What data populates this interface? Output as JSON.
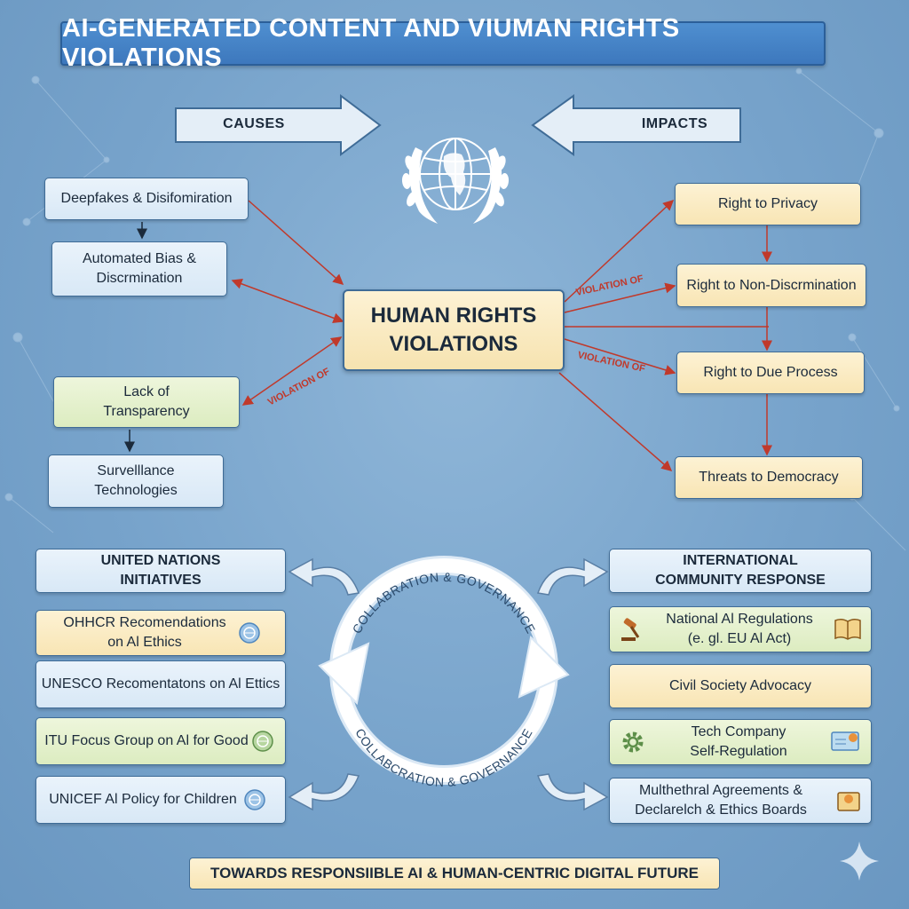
{
  "title": "AI-GENERATED CONTENT AND VIUMAN RIGHTS VIOLATIONS",
  "arrows": {
    "causes": "CAUSES",
    "impacts": "IMPACTS"
  },
  "causes": [
    "Deepfakes & Disifomiration",
    "Automated Bias & Discrmination",
    "Lack of Transparency",
    "Survelllance Technologies"
  ],
  "hub": {
    "line1": "HUMAN RIGHTS",
    "line2": "VIOLATIONS"
  },
  "violation_label": "VIOLATION OF",
  "impacts": [
    "Right to Privacy",
    "Right to Non-Discrmination",
    "Right to Due Process",
    "Threats to Democracy"
  ],
  "un": {
    "header_line1": "UNITED NATIONS",
    "header_line2": "INITIATIVES",
    "items": [
      "OHHCR Recomendations on Al Ethics",
      "UNESCO Recomentatons on Al Ettics",
      "ITU Focus Group on Al for Good",
      "UNICEF Al Policy for Children"
    ]
  },
  "cycle_label": "COLLABRATION & GOVERNANCE",
  "cycle_label_bottom": "COLLABCRATION & GOVERNANCE",
  "intl": {
    "header_line1": "INTERNATIONAL",
    "header_line2": "COMMUNITY RESPONSE",
    "items": [
      "National Al Regulations (e. gl. EU Al Act)",
      "Civil Society Advocacy",
      "Tech Company Self-Regulation",
      "Multhethral Agreements & Declarelch & Ethics Boards"
    ]
  },
  "footer": "TOWARDS RESPONSIIBLE AI & HUMAN-CENTRIC DIGITAL FUTURE",
  "colors": {
    "background": "#77a3cb",
    "title_bar": "#3d78bd",
    "box_blue": "#d8e8f6",
    "box_yellow": "#f8e5b4",
    "box_green": "#dcecc0",
    "arrow_red": "#c0392b"
  },
  "icons": [
    "un-emblem-icon",
    "gavel-icon",
    "book-icon",
    "gear-icon",
    "certificate-icon",
    "sparkle-icon"
  ]
}
